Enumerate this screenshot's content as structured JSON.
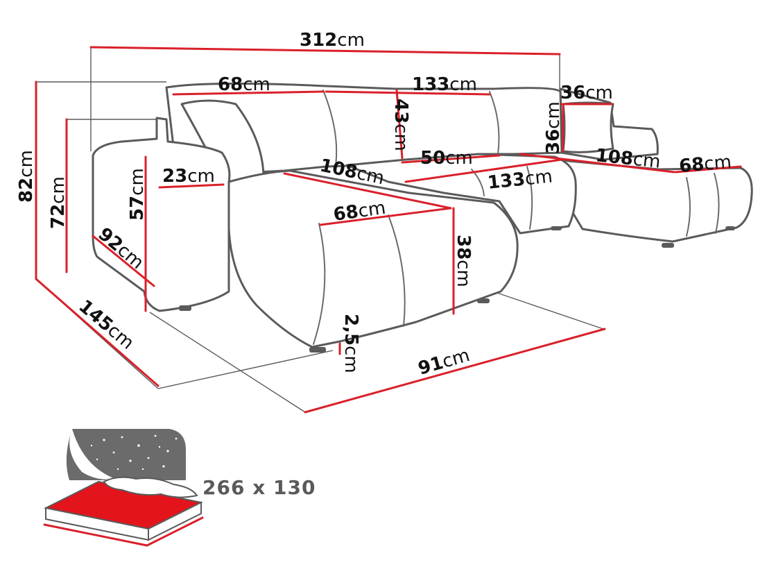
{
  "dimensions": {
    "unit": "cm",
    "overall_width": {
      "value": "312",
      "unit": "cm"
    },
    "left_back_cushion": {
      "value": "68",
      "unit": "cm"
    },
    "center_back_cushion": {
      "value": "133",
      "unit": "cm"
    },
    "right_cushion_width": {
      "value": "36",
      "unit": "cm"
    },
    "backrest_height": {
      "value": "43",
      "unit": "cm"
    },
    "right_cushion_height": {
      "value": "36",
      "unit": "cm"
    },
    "total_height": {
      "value": "82",
      "unit": "cm"
    },
    "side_height": {
      "value": "72",
      "unit": "cm"
    },
    "armrest_width": {
      "value": "23",
      "unit": "cm"
    },
    "armrest_height": {
      "value": "57",
      "unit": "cm"
    },
    "armrest_depth": {
      "value": "92",
      "unit": "cm"
    },
    "left_chaise_length": {
      "value": "108",
      "unit": "cm"
    },
    "seat_depth_center": {
      "value": "50",
      "unit": "cm"
    },
    "center_seat_width": {
      "value": "133",
      "unit": "cm"
    },
    "right_chaise_length": {
      "value": "108",
      "unit": "cm"
    },
    "right_chaise_width": {
      "value": "68",
      "unit": "cm"
    },
    "left_chaise_width": {
      "value": "68",
      "unit": "cm"
    },
    "seat_height": {
      "value": "38",
      "unit": "cm"
    },
    "total_depth": {
      "value": "145",
      "unit": "cm"
    },
    "leg_height": {
      "value": "2,5",
      "unit": "cm"
    },
    "chaise_depth": {
      "value": "91",
      "unit": "cm"
    }
  },
  "bed": {
    "label": "266 x 130",
    "icon": "sleeping-function-icon",
    "colors": {
      "mattress": "#e3141c",
      "night": "#6b6b6b"
    }
  },
  "colors": {
    "dimension_lines": "#d9202a",
    "outline": "#5a5a5a"
  }
}
